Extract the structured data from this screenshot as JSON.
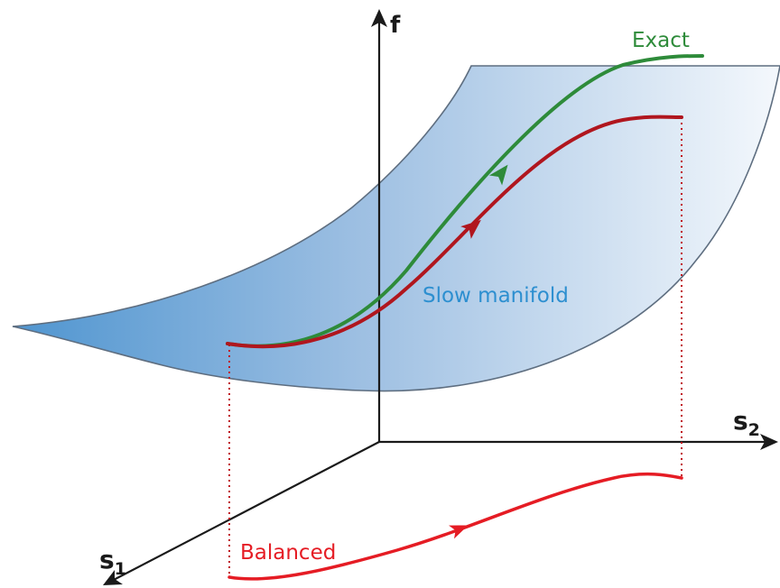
{
  "axes": {
    "f_label": "f",
    "s1_label": "s",
    "s1_subscript": "1",
    "s2_label": "s",
    "s2_subscript": "2"
  },
  "surface": {
    "label": "Slow manifold",
    "label_color": "#2d8fd0",
    "gradient_colors": [
      "#4f95d0",
      "#9dbfe2",
      "#f4f8fc"
    ],
    "edge_color": "#5e6e80"
  },
  "curves": {
    "exact": {
      "label": "Exact",
      "color": "#2e8b3a"
    },
    "slow_trajectory": {
      "color": "#b0161e"
    },
    "balanced": {
      "label": "Balanced",
      "color": "#e51c24"
    }
  },
  "projection_line_color": "#c0151f"
}
